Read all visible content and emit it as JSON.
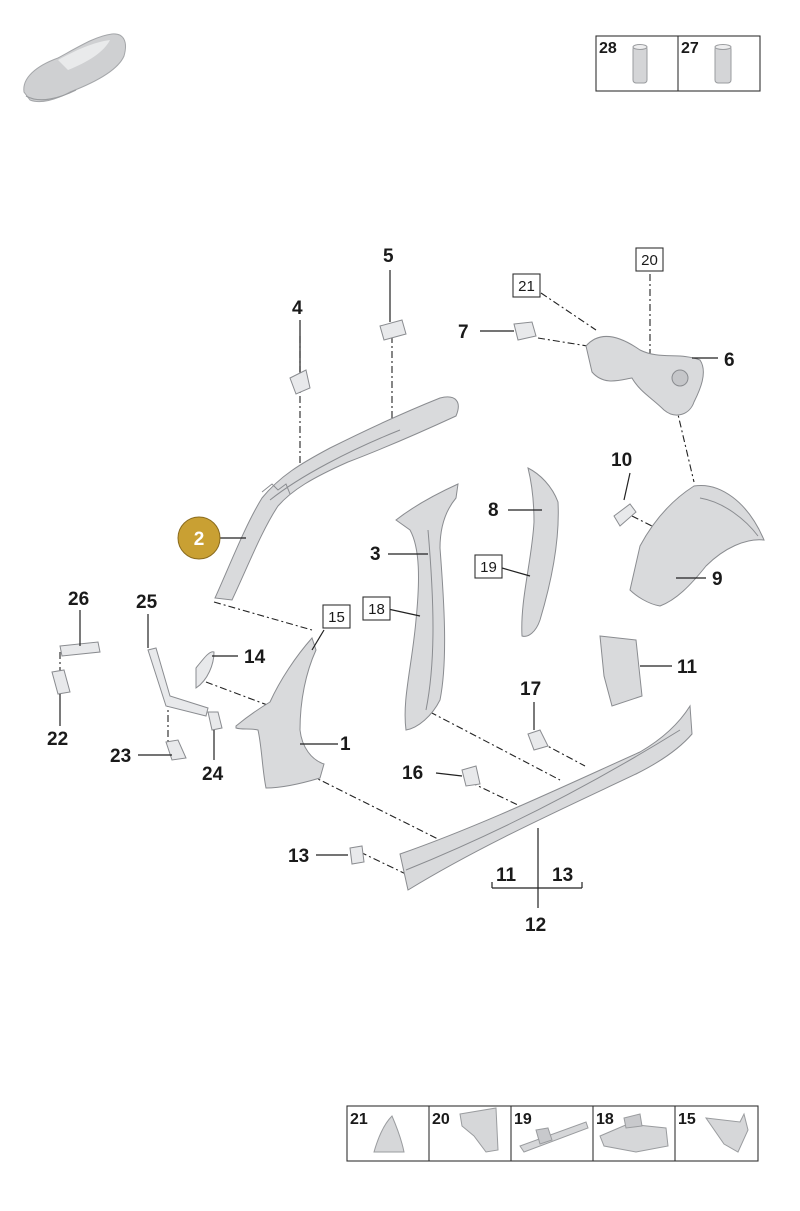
{
  "diagram": {
    "highlight_color": "#c9a033",
    "callouts": {
      "c1": "1",
      "c2": "2",
      "c3": "3",
      "c4": "4",
      "c5": "5",
      "c6": "6",
      "c7": "7",
      "c8": "8",
      "c9": "9",
      "c10": "10",
      "c11": "11",
      "c11b": "11",
      "c12": "12",
      "c13": "13",
      "c13b": "13",
      "c14": "14",
      "c16": "16",
      "c17": "17",
      "c22": "22",
      "c23": "23",
      "c24": "24",
      "c25": "25",
      "c26": "26"
    },
    "boxed_refs": {
      "b15": "15",
      "b18": "18",
      "b19": "19",
      "b20": "20",
      "b21": "21"
    },
    "top_legend": [
      "28",
      "27"
    ],
    "bottom_legend": [
      "21",
      "20",
      "19",
      "18",
      "15"
    ]
  }
}
